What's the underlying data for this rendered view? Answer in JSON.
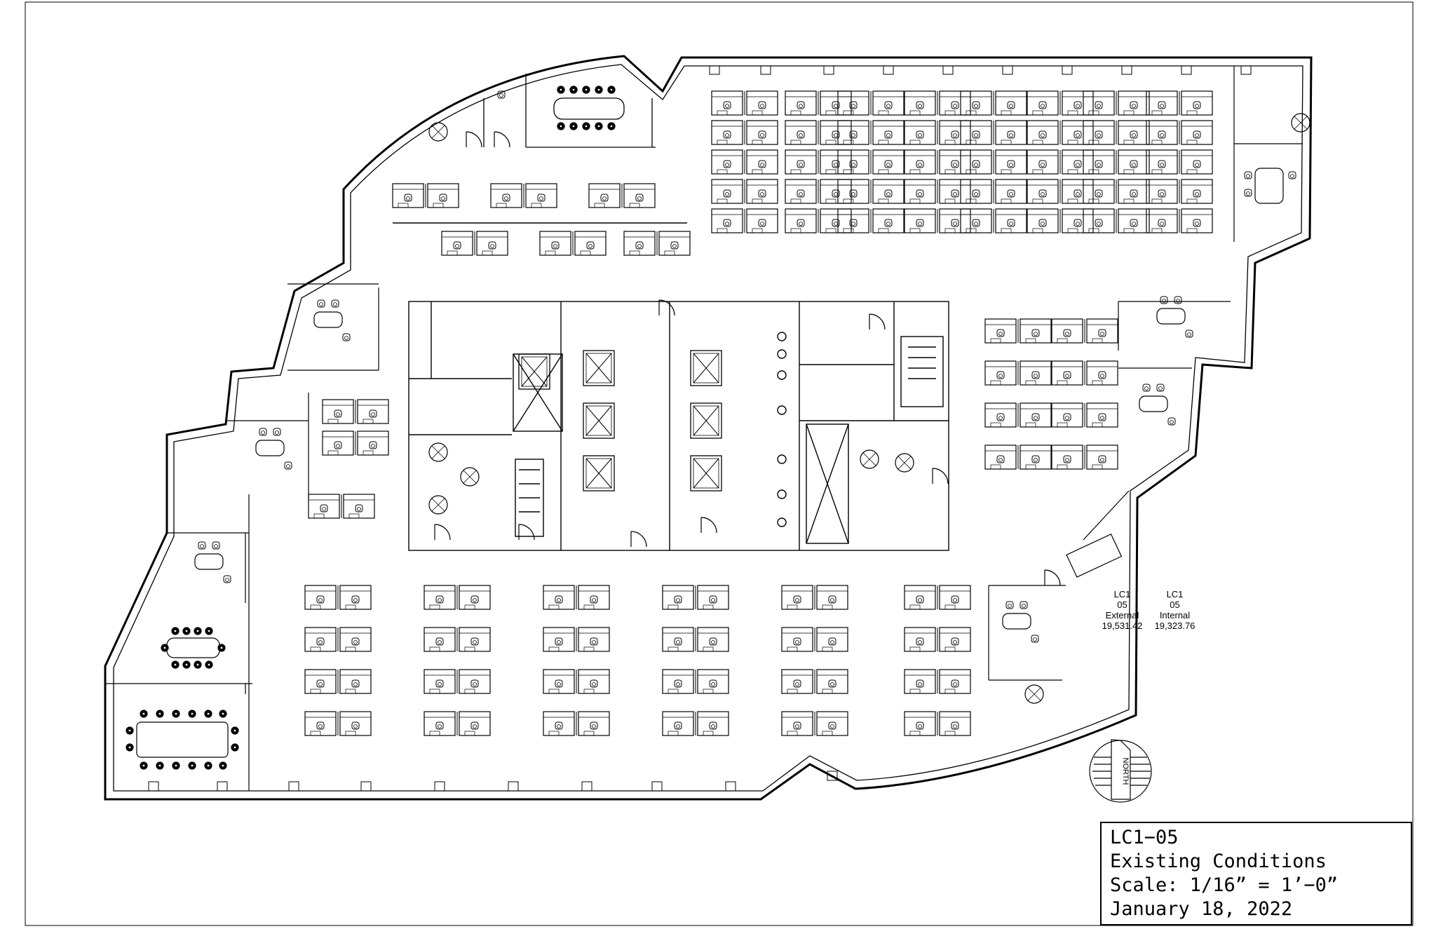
{
  "area_labels": [
    {
      "name": "LC1",
      "floor": "05",
      "type": "External",
      "value": "19,531.42"
    },
    {
      "name": "LC1",
      "floor": "05",
      "type": "Internal",
      "value": "19,323.76"
    }
  ],
  "north_arrow": {
    "label": "NORTH",
    "icon": "north-arrow-icon"
  },
  "title_block": {
    "drawing_id": "LC1−05",
    "description": "Existing Conditions",
    "scale": "Scale: 1/16” = 1’−0”",
    "date": "January 18, 2022"
  },
  "colors": {
    "line": "#000000",
    "background": "#ffffff"
  }
}
